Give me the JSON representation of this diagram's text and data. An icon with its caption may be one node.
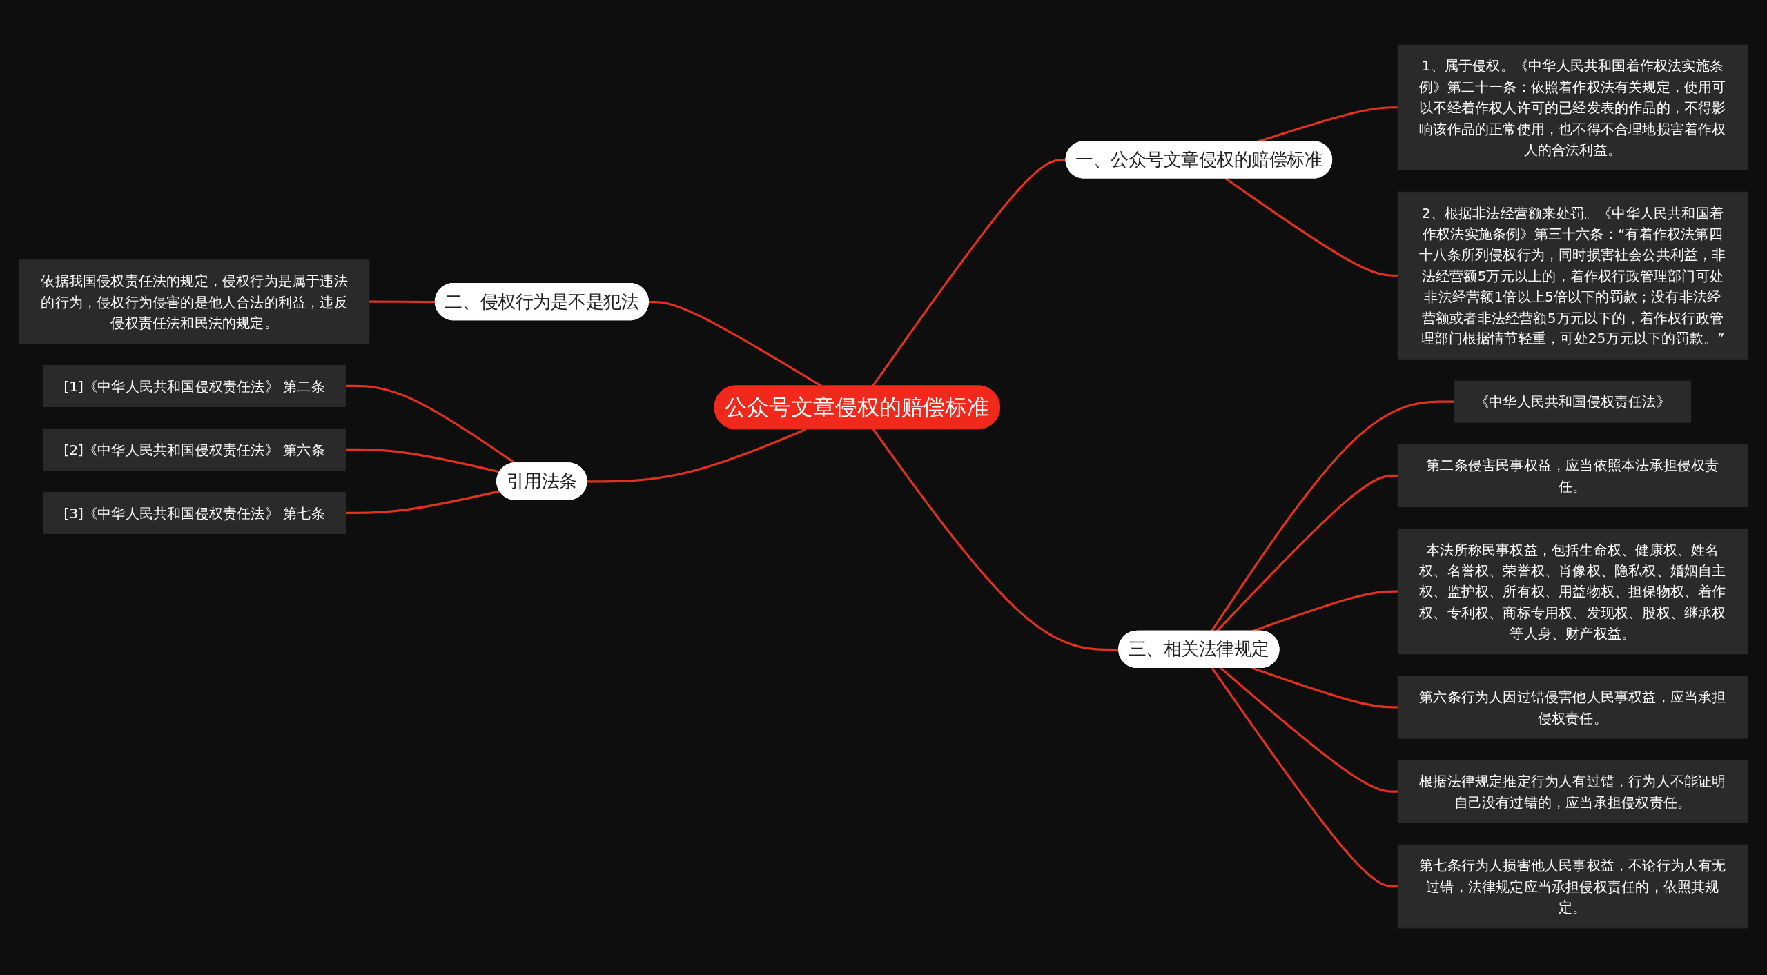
{
  "diagram": {
    "nodes": [
      {
        "text": [
          "公众号文章侵权的赔偿标准"
        ]
      },
      {
        "text": [
          "一、公众号文章侵权的赔偿标准"
        ]
      },
      {
        "text": [
          "1、属于侵权。《中华人民共和国着作权法实施条例》第二十一条：依照着作权法有关规定，使用可以不经着作权人许可的已经发表的作品的，不得影响该作品的正常使用，也不得不合理地损害着作权人的合法利益。"
        ]
      },
      {
        "text": [
          "2、根据非法经营额来处罚。《中华人民共和国着作权法实施条例》第三十六条：“有着作权法第四十八条所列侵权行为，同时损害社会公共利益，非法经营额5万元以上的，着作权行政管理部门可处非法经营额1倍以上5倍以下的罚款；没有非法经营额或者非法经营额5万元以下的，着作权行政管理部门根据情节轻重，可处25万元以下的罚款。”"
        ]
      },
      {
        "text": [
          "二、侵权行为是不是犯法"
        ]
      },
      {
        "text": [
          "依据我国侵权责任法的规定，侵权行为是属于违法的行为，侵权行为侵害的是他人合法的利益，违反侵权责任法和民法的规定。"
        ]
      },
      {
        "text": [
          "引用法条"
        ]
      },
      {
        "text": [
          "[1]《中华人民共和国侵权责任法》 第二条"
        ]
      },
      {
        "text": [
          "[2]《中华人民共和国侵权责任法》 第六条"
        ]
      },
      {
        "text": [
          "[3]《中华人民共和国侵权责任法》 第七条"
        ]
      },
      {
        "text": [
          "三、相关法律规定"
        ]
      },
      {
        "text": [
          "《中华人民共和国侵权责任法》"
        ]
      },
      {
        "text": [
          "第二条侵害民事权益，应当依照本法承担侵权责任。"
        ]
      },
      {
        "text": [
          "本法所称民事权益，包括生命权、健康权、姓名权、名誉权、荣誉权、肖像权、隐私权、婚姻自主权、监护权、所有权、用益物权、担保物权、着作权、专利权、商标专用权、发现权、股权、继承权等人身、财产权益。"
        ]
      },
      {
        "text": [
          "第六条行为人因过错侵害他人民事权益，应当承担侵权责任。"
        ]
      },
      {
        "text": [
          "根据法律规定推定行为人有过错，行为人不能证明自己没有过错的，应当承担侵权责任。"
        ]
      },
      {
        "text": [
          "第七条行为人损害他人民事权益，不论行为人有无过错，法律规定应当承担侵权责任的，依照其规定。"
        ]
      }
    ],
    "edges": [
      {
        "from": 0,
        "to": 1,
        "arrow": "none"
      },
      {
        "from": 1,
        "to": 2,
        "arrow": "none"
      },
      {
        "from": 1,
        "to": 3,
        "arrow": "none"
      },
      {
        "from": 5,
        "to": 4,
        "arrow": "none"
      },
      {
        "from": 4,
        "to": 0,
        "arrow": "none"
      },
      {
        "from": 7,
        "to": 6,
        "arrow": "none"
      },
      {
        "from": 8,
        "to": 6,
        "arrow": "none"
      },
      {
        "from": 9,
        "to": 6,
        "arrow": "none"
      },
      {
        "from": 6,
        "to": 0,
        "arrow": "none"
      },
      {
        "from": 0,
        "to": 10,
        "arrow": "none"
      },
      {
        "from": 10,
        "to": 11,
        "arrow": "none"
      },
      {
        "from": 10,
        "to": 12,
        "arrow": "none"
      },
      {
        "from": 10,
        "to": 13,
        "arrow": "none"
      },
      {
        "from": 10,
        "to": 14,
        "arrow": "none"
      },
      {
        "from": 10,
        "to": 15,
        "arrow": "none"
      },
      {
        "from": 10,
        "to": 16,
        "arrow": "none"
      }
    ]
  }
}
